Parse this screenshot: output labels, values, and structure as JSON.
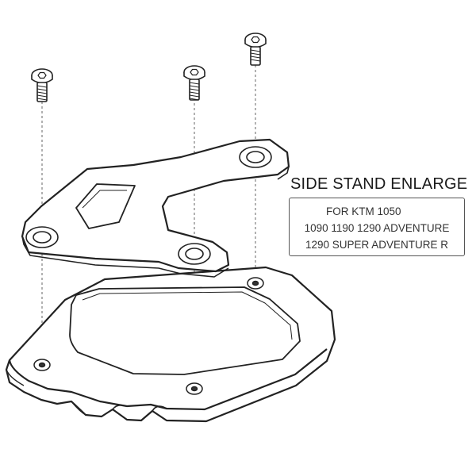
{
  "title": "SIDE STAND ENLARGE",
  "fitment": {
    "lines": [
      "FOR KTM 1050",
      "1090 1190 1290 ADVENTURE",
      "1290 SUPER ADVENTURE R"
    ]
  },
  "colors": {
    "outline": "#222222",
    "guide_line": "#666666",
    "border": "#555555"
  }
}
